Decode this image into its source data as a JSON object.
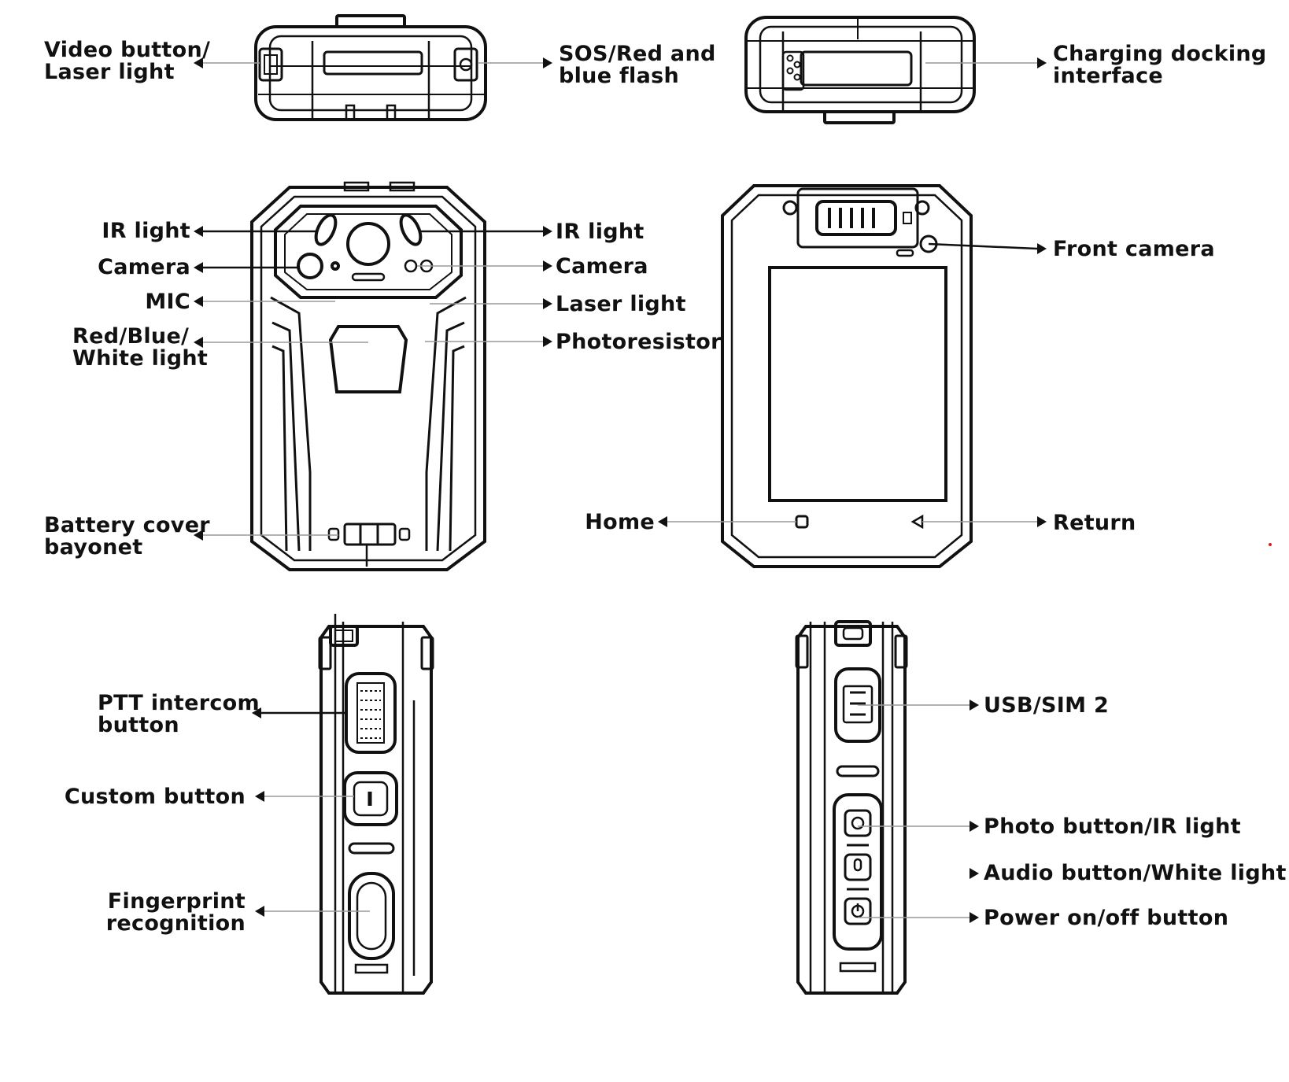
{
  "diagram": {
    "top_views": {
      "left": {
        "labels": {
          "video_button": "Video button/\nLaser light",
          "sos": "SOS/Red and\nblue flash"
        }
      },
      "right": {
        "labels": {
          "charging": "Charging docking\ninterface"
        }
      }
    },
    "back_view": {
      "labels": {
        "ir_light_left": "IR light",
        "camera_left": "Camera",
        "mic": "MIC",
        "rbw_light": "Red/Blue/\nWhite light",
        "battery_cover": "Battery cover\nbayonet",
        "ir_light_right": "IR light",
        "camera_right": "Camera",
        "laser_light": "Laser light",
        "photoresistor": "Photoresistor"
      }
    },
    "front_view": {
      "labels": {
        "front_camera": "Front camera",
        "home": "Home",
        "return": "Return"
      }
    },
    "left_side_view": {
      "labels": {
        "ptt": "PTT intercom\nbutton",
        "custom": "Custom button",
        "fingerprint": "Fingerprint\nrecognition"
      }
    },
    "right_side_view": {
      "labels": {
        "usb_sim": "USB/SIM 2",
        "photo": "Photo button/IR light",
        "audio": "Audio button/White light",
        "power": "Power on/off button"
      }
    }
  },
  "colors": {
    "line": "#111111",
    "leader": "#9a9a9a",
    "accent_dot": "#d62020"
  }
}
